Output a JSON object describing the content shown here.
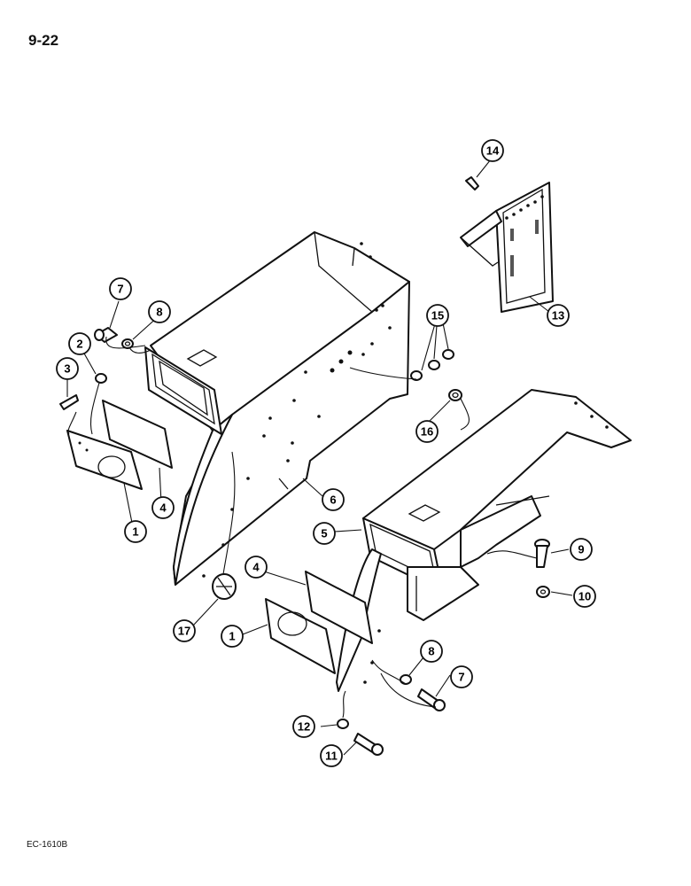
{
  "page_number": "9-22",
  "figure_code": "EC-1610B",
  "callouts": {
    "c1a": "1",
    "c1b": "1",
    "c2": "2",
    "c3": "3",
    "c4a": "4",
    "c4b": "4",
    "c5": "5",
    "c6": "6",
    "c7a": "7",
    "c7b": "7",
    "c8a": "8",
    "c8b": "8",
    "c9": "9",
    "c10": "10",
    "c11": "11",
    "c12": "12",
    "c13": "13",
    "c14": "14",
    "c15": "15",
    "c16": "16",
    "c17": "17"
  }
}
